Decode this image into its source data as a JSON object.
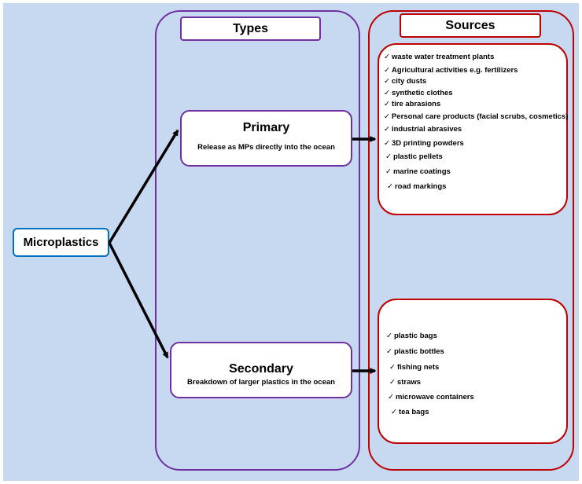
{
  "root": {
    "label": "Microplastics"
  },
  "types_header": "Types",
  "sources_header": "Sources",
  "check_mark": "✓",
  "primary": {
    "title": "Primary",
    "description": "Release as MPs directly into the ocean",
    "sources": [
      "waste water treatment plants",
      "Agricultural activities e.g. fertilizers",
      "city dusts",
      "synthetic clothes",
      "tire abrasions",
      "Personal care products (facial scrubs, cosmetics)",
      "industrial abrasives",
      "3D printing powders",
      "plastic pellets",
      "marine coatings",
      "road markings"
    ]
  },
  "secondary": {
    "title": "Secondary",
    "description": "Breakdown of larger plastics in the ocean",
    "sources": [
      "plastic bags",
      "plastic bottles",
      "fishing nets",
      "straws",
      "microwave containers",
      "tea bags"
    ]
  },
  "colors": {
    "background": "#c6d9f0",
    "types_border": "#7030a0",
    "sources_border": "#c00000",
    "root_border": "#0070c0",
    "arrow": "#000000"
  }
}
